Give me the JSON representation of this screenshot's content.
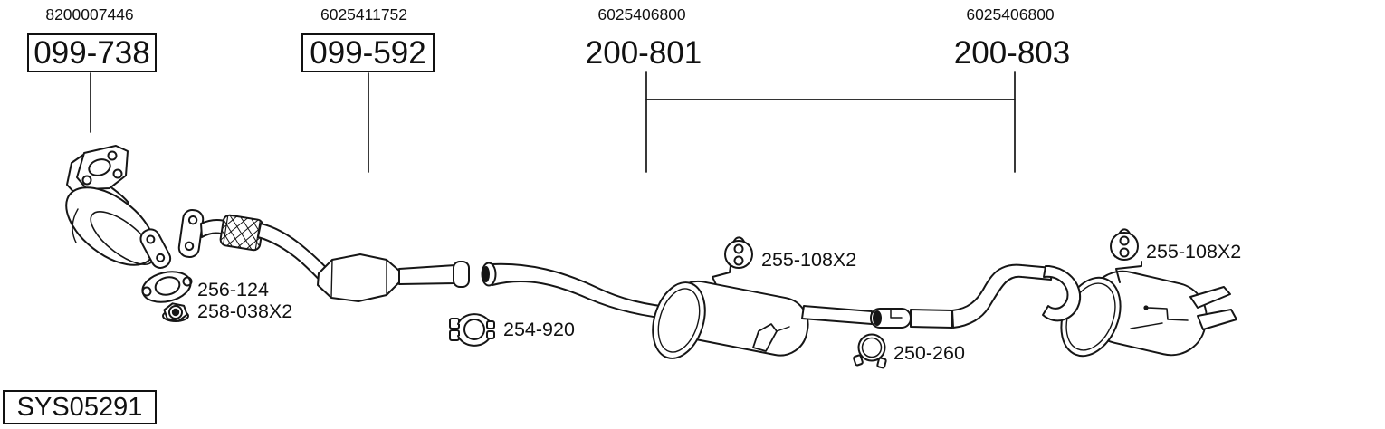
{
  "diagram": {
    "system_code": "SYS05291",
    "columns": [
      {
        "oe_number": "8200007446",
        "part_number": "099-738",
        "boxed": true
      },
      {
        "oe_number": "6025411752",
        "part_number": "099-592",
        "boxed": true
      },
      {
        "oe_number": "6025406800",
        "part_number": "200-801",
        "boxed": false
      },
      {
        "oe_number": "6025406800",
        "part_number": "200-803",
        "boxed": false
      }
    ],
    "part_labels": [
      {
        "part": "flange-gasket",
        "text": "256-124"
      },
      {
        "part": "flange-nut",
        "text": "258-038X2"
      },
      {
        "part": "pipe-clamp-front",
        "text": "254-920"
      },
      {
        "part": "rubber-hanger-middle",
        "text": "255-108X2"
      },
      {
        "part": "pipe-clamp-rear",
        "text": "250-260"
      },
      {
        "part": "rubber-hanger-rear",
        "text": "255-108X2"
      }
    ]
  },
  "colors": {
    "line": "#161616",
    "background": "#ffffff"
  }
}
